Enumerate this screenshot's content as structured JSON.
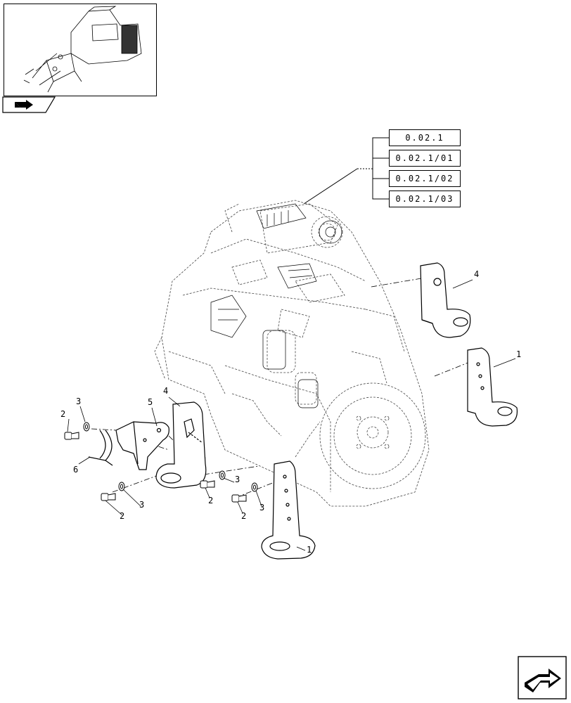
{
  "references": [
    "0.02.1",
    "0.02.1/01",
    "0.02.1/02",
    "0.02.1/03"
  ],
  "callouts": {
    "bracket_top_right": "4",
    "bracket_right": "1",
    "bracket_bottom": "1",
    "bracket_left": "4",
    "support_plate": "5",
    "clip": "6",
    "bolt_a": "2",
    "washer_a": "3",
    "bolt_b": "2",
    "washer_b": "3",
    "bolt_c": "2",
    "washer_c": "3",
    "bolt_d": "2",
    "washer_d": "3"
  },
  "icons": {
    "prev_page": "back-arrow-icon",
    "next_page": "forward-arrow-icon"
  },
  "colors": {
    "line": "#000000",
    "ghost": "#888888",
    "background": "#ffffff"
  }
}
